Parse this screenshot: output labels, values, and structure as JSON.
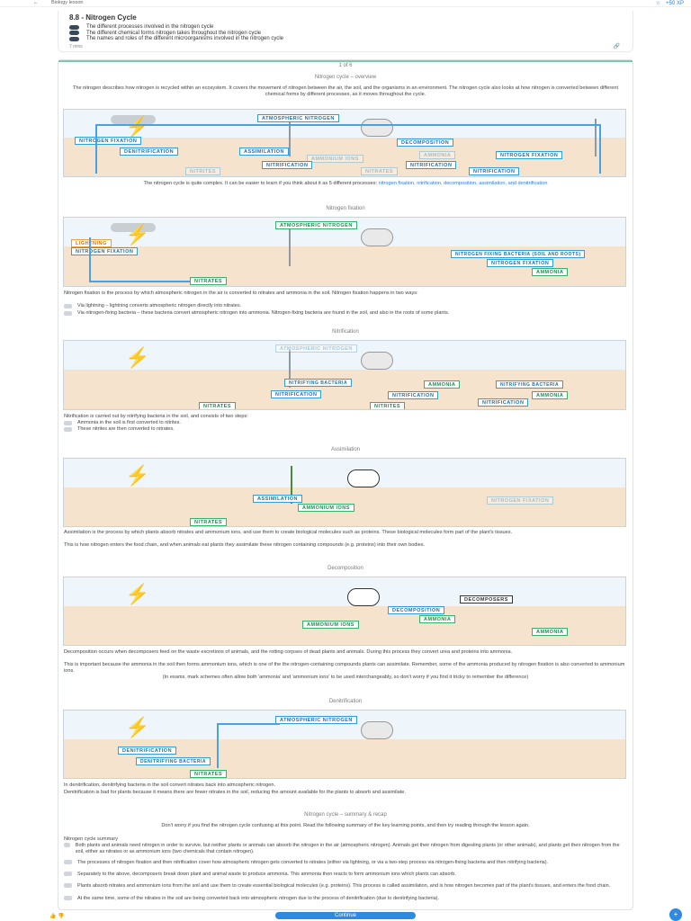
{
  "topbar": {
    "back": "←",
    "crumb": "Biology lesson",
    "xp": "+50 XP",
    "star": "☆"
  },
  "header": {
    "title": "8.8 - Nitrogen Cycle",
    "objectives": [
      "The different processes involved in the nitrogen cycle",
      "The different chemical forms nitrogen takes throughout the nitrogen cycle",
      "The names and roles of the different microorganisms involved in the nitrogen cycle"
    ],
    "time": "7 mins",
    "link_icon": "🔗"
  },
  "page": {
    "pager": "1 of 6"
  },
  "overview": {
    "heading": "Nitrogen cycle – overview",
    "p1": "The nitrogen describes how nitrogen is recycled within an ecosystem. It covers the movement of nitrogen between the air, the soil, and the organisms in an environment. The nitrogen cycle also looks at how nitrogen is converted between different chemical forms by different processes, as it moves throughout the cycle.",
    "p2a": "The nitrogen cycle is quite complex. It can be easier to learn if you think about it as 5 different processes: ",
    "p2b": "nitrogen fixation, nitrification, decomposition, assimilation, and denitrification"
  },
  "labels": {
    "atm": "ATMOSPHERIC NITROGEN",
    "fix": "NITROGEN FIXATION",
    "denit": "DENITRIFICATION",
    "assim": "ASSIMILATION",
    "decomp": "DECOMPOSITION",
    "ammonium": "AMMONIUM IONS",
    "ammonia": "AMMONIA",
    "nitrif": "NITRIFICATION",
    "nitrites": "NITRITES",
    "nitrates": "NITRATES",
    "lightning": "LIGHTNING",
    "nbact": "NITROGEN FIXING BACTERIA (SOIL AND ROOTS)",
    "nitrbact": "NITRIFYING BACTERIA",
    "decomposers": "DECOMPOSERS",
    "denitbact": "DENITRIFYING BACTERIA"
  },
  "fixation": {
    "heading": "Nitrogen fixation",
    "p": "Nitrogen fixation is the process by which atmospheric nitrogen in the air is converted to nitrates and ammonia in the soil. Nitrogen fixation happens in two ways:",
    "b1": "Via lightning – lightning converts atmospheric nitrogen directly into nitrates.",
    "b2": "Via nitrogen-fixing bacteria – these bacteria convert atmospheric nitrogen into ammonia. Nitrogen-fixing bacteria are found in the soil, and also in the roots of some plants."
  },
  "nitrification": {
    "heading": "Nitrification",
    "p": "Nitrification is carried out by nitrifying bacteria in the soil, and consists of two steps:",
    "b1": "Ammonia in the soil is first converted to nitrites.",
    "b2": "These nitrites are then converted to nitrates."
  },
  "assimilation": {
    "heading": "Assimilation",
    "p1": "Assimilation is the process by which plants absorb nitrates and ammonium ions, and use them to create biological molecules such as proteins. These biological molecules form part of the plant's tissues.",
    "p2": "This is how nitrogen enters the food chain, and when animals eat plants they assimilate these nitrogen containing compounds (e.g. proteins) into their own bodies."
  },
  "decomposition": {
    "heading": "Decomposition",
    "p1": "Decomposition occurs when decomposers feed on the waste excretions of animals, and the rotting corpses of dead plants and animals. During this process they convert urea and proteins into ammonia.",
    "p2": "This is important because the ammonia in the soil then forms ammonium ions, which is one of the the nitrogen-containing compounds plants can assimilate. Remember, some of the ammonia produced by nitrogen fixation is also converted to ammonium ions.",
    "p3": "(In exams, mark schemes often allow both 'ammonia' and 'ammonium ions' to be used interchangeably, so don't worry if you find it tricky to remember the difference)"
  },
  "denitrification": {
    "heading": "Denitrification",
    "p1": "In denitrification, denitrifying bacteria in the soil convert nitrates back into atmospheric nitrogen.",
    "p2": "Denitrification is bad for plants because it means there are fewer nitrates in the soil, reducing the amount available for the plants to absorb and assimilate."
  },
  "summary": {
    "heading": "Nitrogen cycle – summary & recap",
    "intro": "Don't worry if you find the nitrogen cycle confusing at this point. Read the following summary of the key learning points, and then try reading through the lesson again.",
    "list_title": "Nitrogen cycle summary",
    "items": [
      "Both plants and animals need nitrogen in order to survive, but neither plants or animals can absorb the nitrogen in the air (atmospheric nitrogen). Animals get their nitrogen from digesting plants (or other animals), and plants get their nitrogen from the soil, either as nitrates or as ammonium ions (two chemicals that contain nitrogen).",
      "The processes of nitrogen fixation and then nitrification cover how atmospheric nitrogen gets converted to nitrates (either via lightning, or via a two-step process via nitrogen-fixing bacteria and then nitrifying bacteria).",
      "Separately to the above, decomposers break down plant and animal waste to produce ammonia. This ammonia then reacts to form ammonium ions which plants can absorb.",
      "Plants absorb nitrates and ammonium ions from the soil and use them to create essential biological molecules (e.g. proteins). This process is called assimilation, and is how nitrogen becomes part of the plant's tissues, and enters the food chain.",
      "At the same time, some of the nitrates in the soil are being converted back into atmospheric nitrogen due to the process of denitrification (due to denitrifying bacteria)."
    ]
  },
  "footer": {
    "left": "👍 👎",
    "continue": "Continue",
    "fab": "+"
  }
}
